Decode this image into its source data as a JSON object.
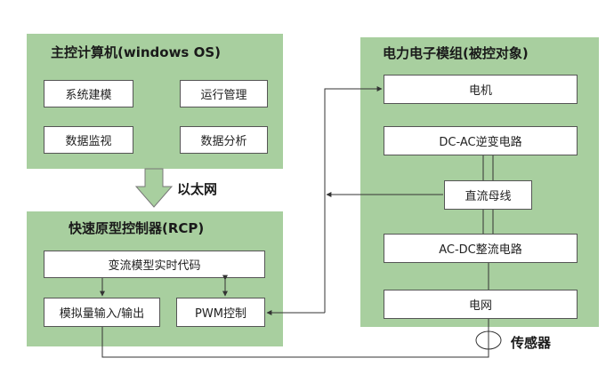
{
  "main_pc": {
    "title": "主控计算机(windows OS)",
    "items": [
      "系统建模",
      "运行管理",
      "数据监视",
      "数据分析"
    ]
  },
  "ethernet_label": "以太网",
  "rcp": {
    "title": "快速原型控制器(RCP)",
    "code_box": "变流模型实时代码",
    "analog_io": "模拟量输入/输出",
    "pwm": "PWM控制"
  },
  "power_module": {
    "title": "电力电子模组(被控对象)",
    "motor": "电机",
    "dc_ac": "DC-AC逆变电路",
    "dc_bus": "直流母线",
    "ac_dc": "AC-DC整流电路",
    "grid": "电网"
  },
  "sensor_label": "传感器",
  "colors": {
    "panel": "#a8cf9f",
    "line": "#333333"
  }
}
